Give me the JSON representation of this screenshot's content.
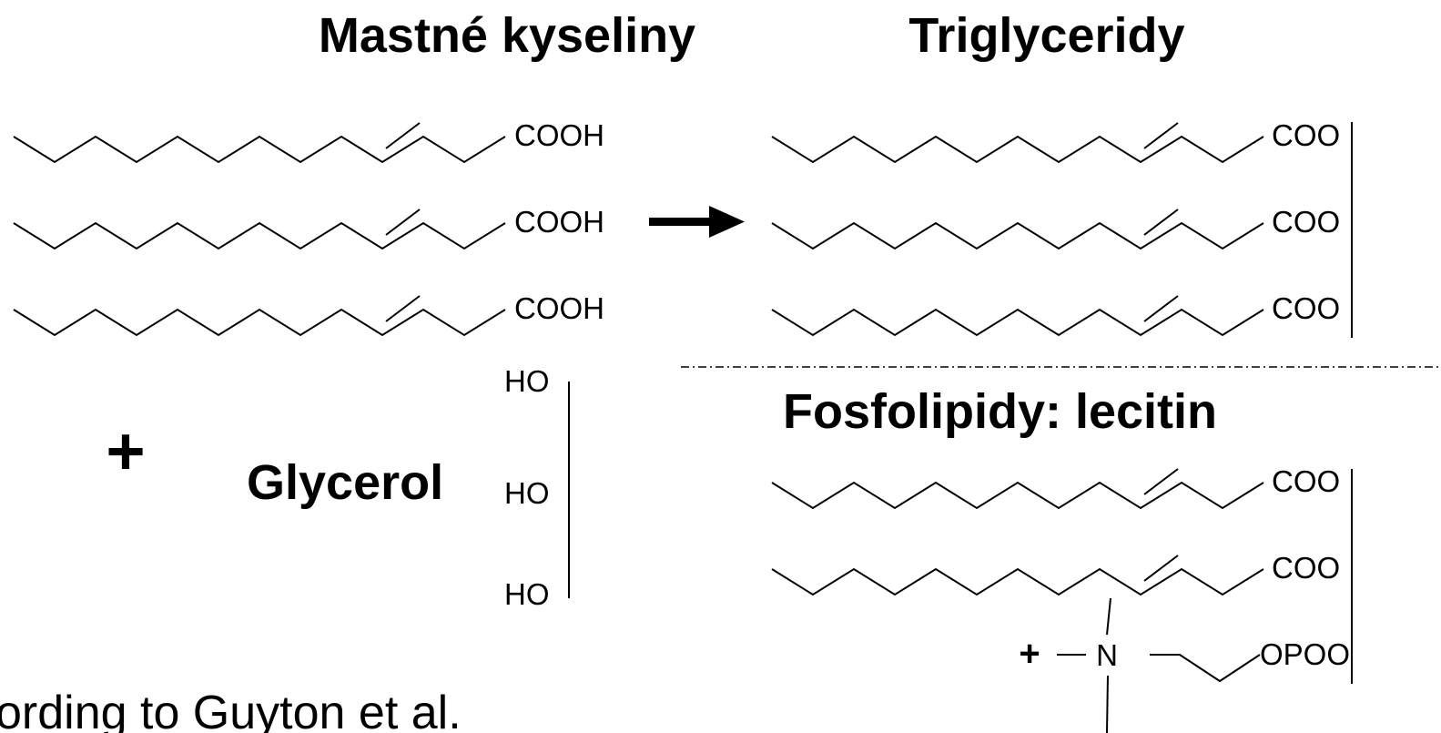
{
  "titles": {
    "fatty_acids": "Mastné kyseliny",
    "triglycerides": "Triglyceridy",
    "glycerol": "Glycerol",
    "phospholipids": "Fosfolipidy: lecitin"
  },
  "groups": {
    "acid_end": "COOH",
    "ester_end": "COO",
    "hydroxyl": "HO",
    "nitrogen": "N",
    "phosphate": "OPOO"
  },
  "symbols": {
    "plus": "+",
    "arrow": "arrow-right-icon"
  },
  "citation": "ording to Guyton et al.",
  "colors": {
    "ink": "#000000",
    "background": "#ffffff"
  }
}
